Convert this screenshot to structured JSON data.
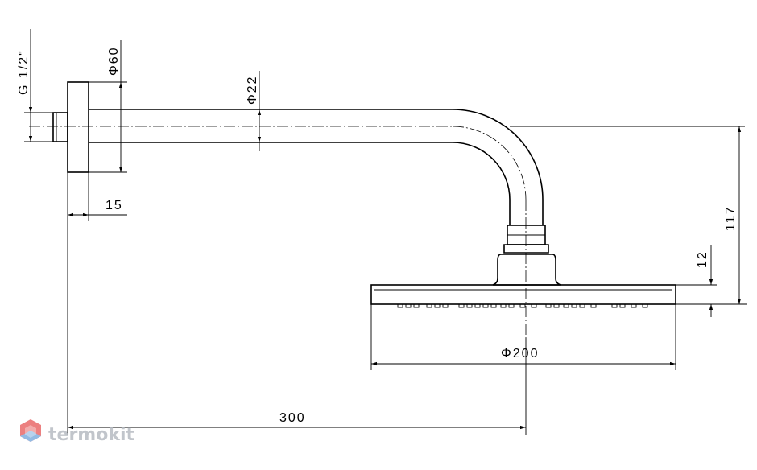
{
  "dimensions": {
    "thread": "G 1/2\"",
    "flange_diameter": "Φ60",
    "pipe_diameter": "Φ22",
    "flange_thickness": "15",
    "drop_height": "117",
    "head_thickness": "12",
    "head_diameter": "Φ200",
    "arm_length": "300"
  },
  "watermark": {
    "brand": "termokit"
  },
  "colors": {
    "line": "#000000",
    "logo_red": "#e96b6b",
    "logo_blue": "#7fb0e0",
    "logo_text": "#b7bcc2"
  }
}
